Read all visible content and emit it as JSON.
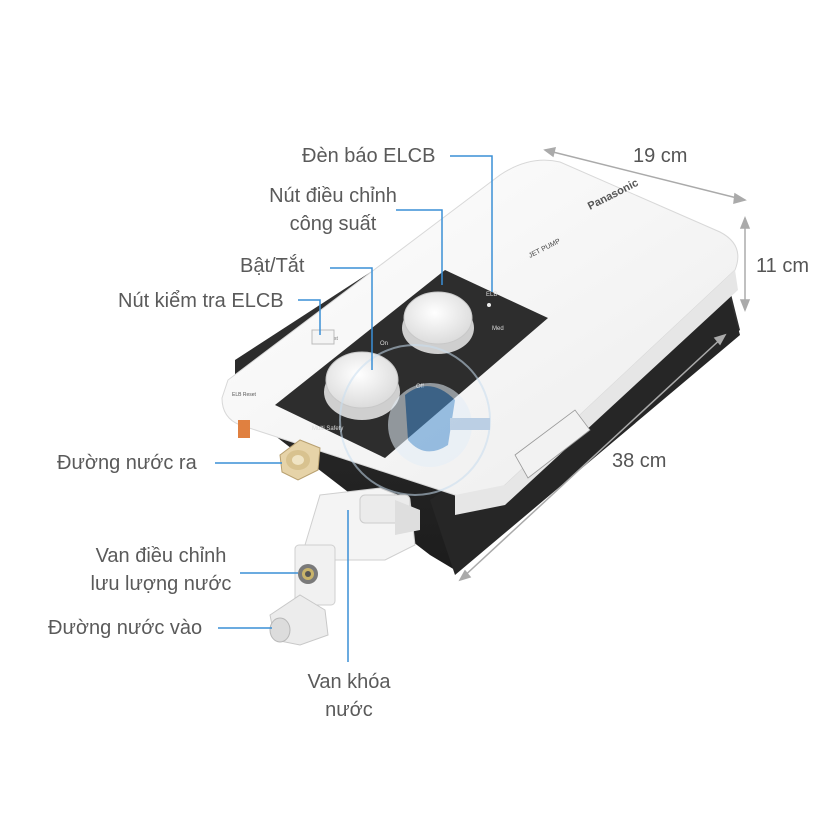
{
  "product": {
    "brand": "Panasonic",
    "model_text": "JET PUMP",
    "panel_labels": {
      "elcb": "ELB",
      "med": "Med",
      "on": "On",
      "off": "Off",
      "elcb_test": "ELB Test",
      "elcb_reset": "ELB Reset",
      "multi_safety": "Multi Safety"
    }
  },
  "callouts": {
    "elcb_indicator": "Đèn báo ELCB",
    "power_knob_line1": "Nút điều chỉnh",
    "power_knob_line2": "công suất",
    "on_off": "Bật/Tắt",
    "elcb_test": "Nút kiểm tra ELCB",
    "water_out": "Đường nước ra",
    "flow_valve_line1": "Van điều chỉnh",
    "flow_valve_line2": "lưu lượng nước",
    "water_in": "Đường nước vào",
    "shutoff_valve_line1": "Van khóa",
    "shutoff_valve_line2": "nước"
  },
  "dimensions": {
    "width": "19 cm",
    "depth": "11 cm",
    "length": "38 cm"
  },
  "colors": {
    "callout_line": "#3a8fd6",
    "dimension_line": "#aaaaaa",
    "panel_dark": "#2d2d2d",
    "body_white": "#f7f7f7"
  }
}
